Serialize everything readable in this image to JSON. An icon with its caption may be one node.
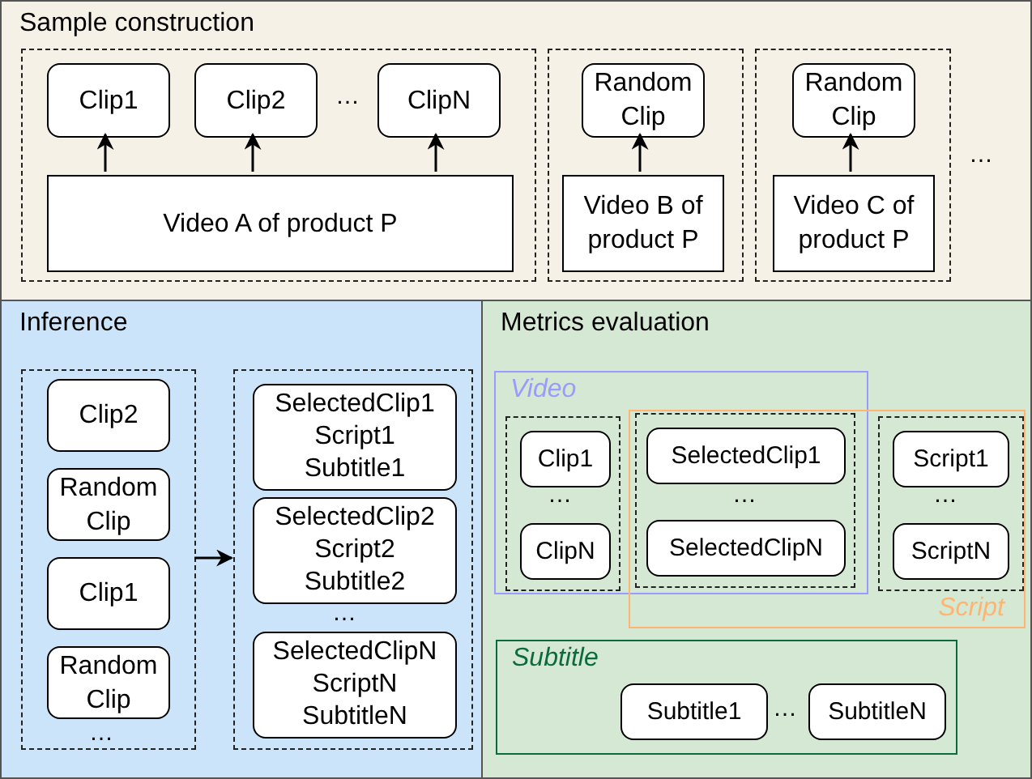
{
  "diagram": {
    "nodes": [
      {
        "text": [
          "Sample construction"
        ]
      },
      {
        "text": [],
        "shape": "box",
        "in": 0
      },
      {
        "text": [
          "Clip1"
        ],
        "in": 1
      },
      {
        "text": [
          "Clip2"
        ],
        "in": 1
      },
      {
        "text": [
          "ClipN"
        ],
        "in": 1
      },
      {
        "text": [
          "Video A of product P"
        ],
        "in": 1
      },
      {
        "text": [],
        "shape": "box",
        "in": 0
      },
      {
        "text": [
          "Random Clip"
        ],
        "in": 6
      },
      {
        "text": [
          "Video B of product P"
        ],
        "in": 6
      },
      {
        "text": [],
        "shape": "box",
        "in": 0
      },
      {
        "text": [
          "Random Clip"
        ],
        "in": 9
      },
      {
        "text": [
          "Video C of product P"
        ],
        "in": 9
      },
      {
        "text": [
          "Inference"
        ]
      },
      {
        "text": [],
        "shape": "box",
        "in": 12
      },
      {
        "text": [
          "Clip2"
        ],
        "in": 13
      },
      {
        "text": [
          "Random Clip"
        ],
        "in": 13
      },
      {
        "text": [
          "Clip1"
        ],
        "in": 13
      },
      {
        "text": [
          "Random Clip"
        ],
        "in": 13
      },
      {
        "text": [],
        "shape": "box",
        "in": 12
      },
      {
        "text": [
          "SelectedClip1",
          "Script1",
          "Subtitle1"
        ],
        "in": 18
      },
      {
        "text": [
          "SelectedClip2",
          "Script2",
          "Subtitle2"
        ],
        "in": 18
      },
      {
        "text": [
          "SelectedClipN",
          "ScriptN",
          "SubtitleN"
        ],
        "in": 18
      },
      {
        "text": [
          "Metrics evaluation"
        ]
      },
      {
        "text": [
          "Video"
        ],
        "in": 22
      },
      {
        "text": [
          "Script"
        ],
        "in": 22
      },
      {
        "text": [],
        "shape": "box",
        "in": 23
      },
      {
        "text": [
          "Clip1"
        ],
        "in": 25
      },
      {
        "text": [
          "ClipN"
        ],
        "in": 25
      },
      {
        "text": [],
        "shape": "box"
      },
      {
        "text": [
          "SelectedClip1"
        ],
        "in": 28
      },
      {
        "text": [
          "SelectedClipN"
        ],
        "in": 28
      },
      {
        "text": [],
        "shape": "box",
        "in": 24
      },
      {
        "text": [
          "Script1"
        ],
        "in": 31
      },
      {
        "text": [
          "ScriptN"
        ],
        "in": 31
      },
      {
        "text": [
          "Subtitle"
        ],
        "in": 22
      },
      {
        "text": [
          "Subtitle1"
        ],
        "in": 34
      },
      {
        "text": [
          "SubtitleN"
        ],
        "in": 34
      }
    ],
    "edges": [
      {
        "from": 5,
        "to": 2,
        "arrow": "to"
      },
      {
        "from": 5,
        "to": 3,
        "arrow": "to"
      },
      {
        "from": 5,
        "to": 4,
        "arrow": "to"
      },
      {
        "from": 8,
        "to": 7,
        "arrow": "to"
      },
      {
        "from": 11,
        "to": 10,
        "arrow": "to"
      },
      {
        "from": 13,
        "to": 18,
        "arrow": "to"
      }
    ],
    "labels": [
      "…",
      "…",
      "…",
      "…",
      "…",
      "…",
      "…",
      "…"
    ]
  }
}
